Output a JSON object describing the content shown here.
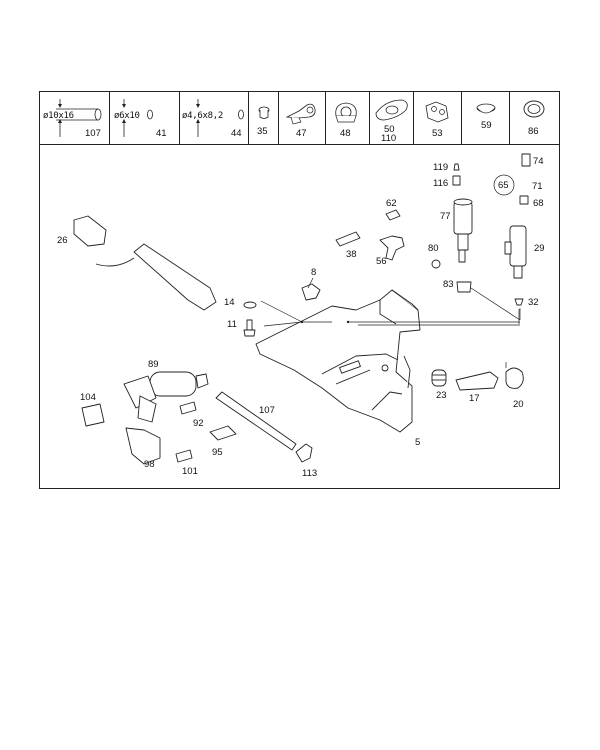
{
  "header_strip": {
    "cells": [
      {
        "dimension": "ø10x16",
        "number": "107"
      },
      {
        "dimension": "ø6x10",
        "number": "41"
      },
      {
        "dimension": "ø4,6x8,2",
        "number": "44"
      },
      {
        "number": "35"
      },
      {
        "number": "47"
      },
      {
        "number": "48"
      },
      {
        "number": "50",
        "number2": "110"
      },
      {
        "number": "53"
      },
      {
        "number": "59"
      },
      {
        "number": "86"
      }
    ]
  },
  "callouts": {
    "c5": "5",
    "c8": "8",
    "c11": "11",
    "c14": "14",
    "c17": "17",
    "c20": "20",
    "c23": "23",
    "c26": "26",
    "c29": "29",
    "c32": "32",
    "c38": "38",
    "c56": "56",
    "c62": "62",
    "c65": "65",
    "c68": "68",
    "c71": "71",
    "c74": "74",
    "c77": "77",
    "c80": "80",
    "c83": "83",
    "c89": "89",
    "c92": "92",
    "c95": "95",
    "c98": "98",
    "c101": "101",
    "c104": "104",
    "c107": "107",
    "c113": "113",
    "c116": "116",
    "c119": "119"
  }
}
